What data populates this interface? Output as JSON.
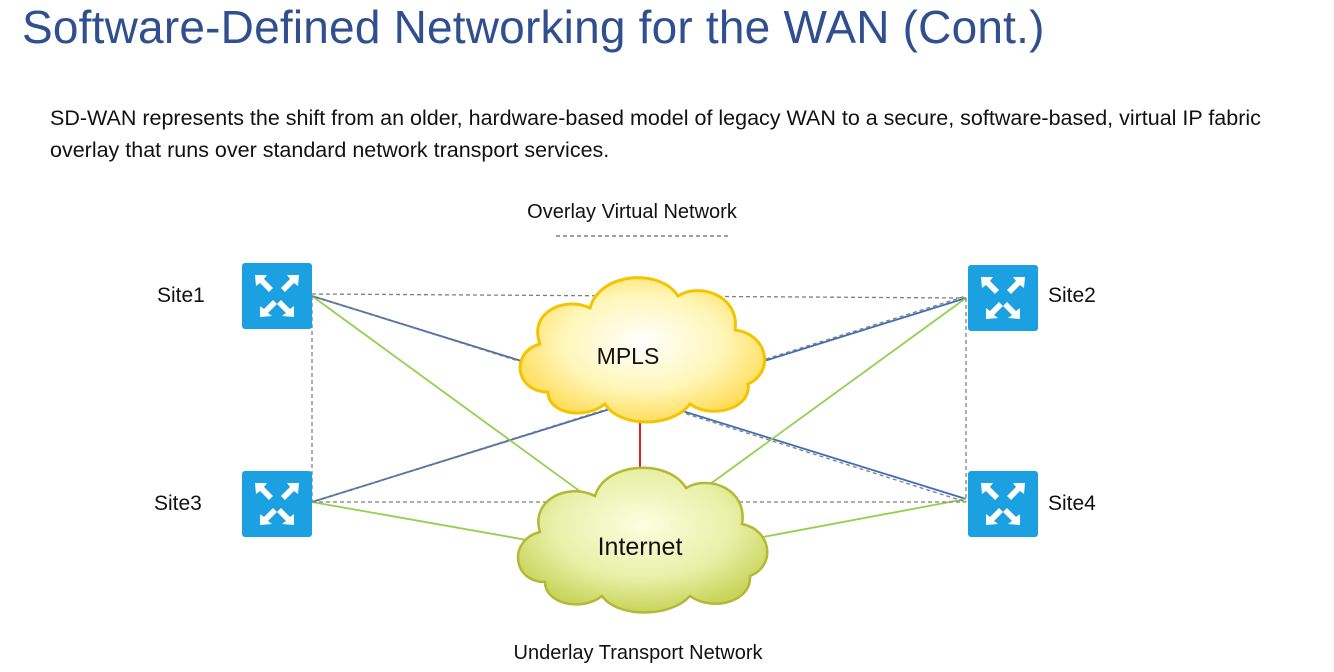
{
  "slide": {
    "title": "Software-Defined Networking for the WAN (Cont.)",
    "paragraph": "SD-WAN represents the shift from an older, hardware-based model of legacy WAN to a secure, software-based, virtual IP fabric overlay that runs over standard network transport services."
  },
  "diagram": {
    "overlay_label": "Overlay Virtual Network",
    "underlay_label": "Underlay Transport Network",
    "clouds": {
      "mpls": "MPLS",
      "internet": "Internet"
    },
    "sites": {
      "site1": "Site1",
      "site2": "Site2",
      "site3": "Site3",
      "site4": "Site4"
    },
    "colors": {
      "router": "#1ba1e2",
      "mpls_link": "#3f6db3",
      "internet_link": "#92d050",
      "overlay_link": "#7f7f7f",
      "cloud_link": "#e02020",
      "title": "#2f4f8f"
    },
    "icons": {
      "router": "router-arrows-icon"
    }
  }
}
